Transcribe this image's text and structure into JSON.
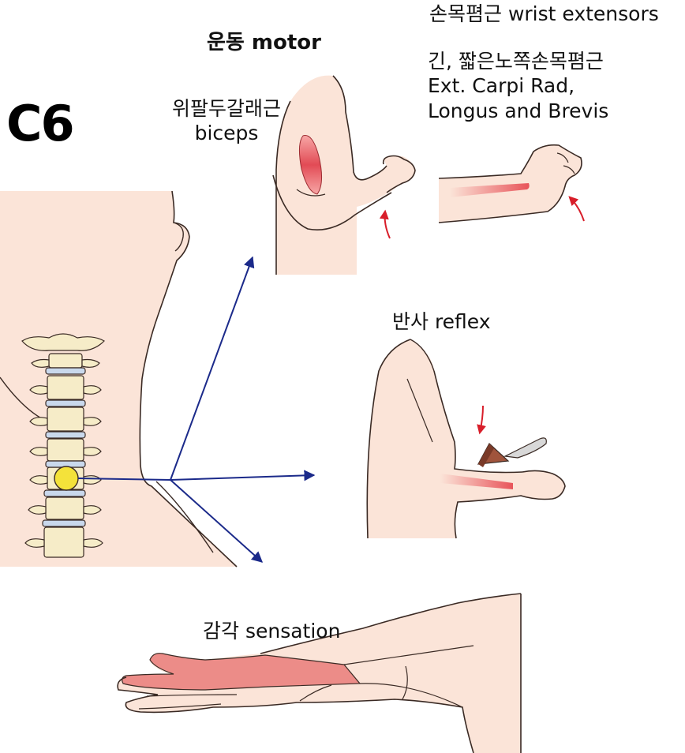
{
  "level": "C6",
  "motor": {
    "heading": "운동 motor",
    "biceps": [
      "위팔두갈래근",
      "biceps"
    ],
    "extensors_title": "손목폄근 wrist extensors",
    "extensors_detail": [
      "긴, 짧은노쪽손목폄근",
      "Ext. Carpi Rad,",
      "Longus and Brevis"
    ]
  },
  "reflex": {
    "label": "반사 reflex"
  },
  "sensation": {
    "label": "감각 sensation"
  },
  "colors": {
    "skin": "#fbe4d8",
    "outline": "#3a2a24",
    "muscle": "#e8545a",
    "dermatome": "#ec8c88",
    "arrow": "#1b2a8a",
    "motion_arrow": "#d81e2a",
    "nerve_root": "#f4e23a",
    "disc": "#c9d8ec",
    "vertebra": "#f6ecc8"
  },
  "icons": [
    "reflex-hammer-icon",
    "motion-arrow-icon"
  ]
}
